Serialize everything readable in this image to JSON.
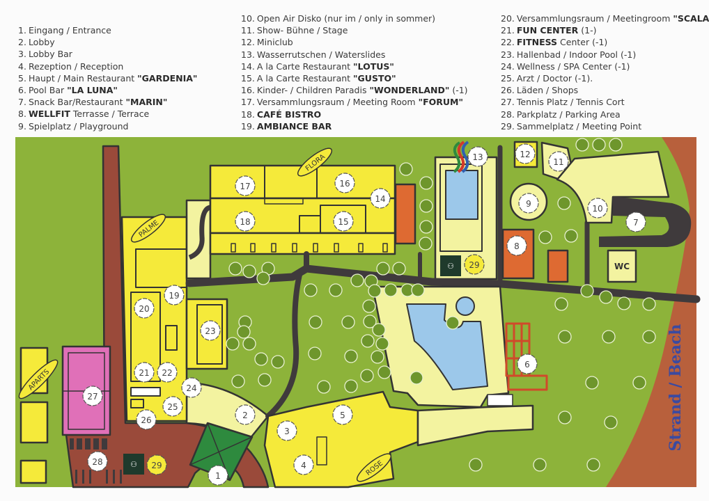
{
  "legend": {
    "col1": [
      {
        "num": "1.",
        "text": "Eingang / Entrance",
        "bold": "",
        "after": ""
      },
      {
        "num": "2.",
        "text": "Lobby",
        "bold": "",
        "after": ""
      },
      {
        "num": "3.",
        "text": "Lobby Bar",
        "bold": "",
        "after": ""
      },
      {
        "num": "4.",
        "text": "Rezeption / Reception",
        "bold": "",
        "after": ""
      },
      {
        "num": "5.",
        "text": "Haupt / Main Restaurant ",
        "bold": "\"GARDENIA\"",
        "after": ""
      },
      {
        "num": "6.",
        "text": "Pool Bar ",
        "bold": "\"LA  LUNA\"",
        "after": ""
      },
      {
        "num": "7.",
        "text": "Snack Bar/Restaurant ",
        "bold": "\"MARIN\"",
        "after": ""
      },
      {
        "num": "8.",
        "text": "",
        "bold": "WELLFIT",
        "after": " Terrasse / Terrace"
      },
      {
        "num": "9.",
        "text": "Spielplatz / Playground",
        "bold": "",
        "after": ""
      }
    ],
    "col2": [
      {
        "num": "10.",
        "text": "Open Air Disko (nur im / only in sommer)",
        "bold": "",
        "after": ""
      },
      {
        "num": "11.",
        "text": "Show- Bühne / Stage",
        "bold": "",
        "after": ""
      },
      {
        "num": "12.",
        "text": "Miniclub",
        "bold": "",
        "after": ""
      },
      {
        "num": "13.",
        "text": "Wasserrutschen / Waterslides",
        "bold": "",
        "after": ""
      },
      {
        "num": "14.",
        "text": "A la Carte Restaurant ",
        "bold": "\"LOTUS\"",
        "after": ""
      },
      {
        "num": "15.",
        "text": "A la Carte Restaurant ",
        "bold": "\"GUSTO\"",
        "after": ""
      },
      {
        "num": "16.",
        "text": "Kinder- / Children Paradis ",
        "bold": "\"WONDERLAND\"",
        "after": " (-1)"
      },
      {
        "num": "17.",
        "text": "Versammlungsraum / Meeting Room ",
        "bold": "\"FORUM\"",
        "after": ""
      },
      {
        "num": "18.",
        "text": "",
        "bold": "CAFÉ BISTRO",
        "after": ""
      },
      {
        "num": "19.",
        "text": "",
        "bold": "AMBIANCE BAR",
        "after": ""
      }
    ],
    "col3": [
      {
        "num": "20.",
        "text": "Versammlungsraum / Meetingroom ",
        "bold": "\"SCALA\"",
        "after": ""
      },
      {
        "num": "21.",
        "text": "",
        "bold": "FUN CENTER",
        "after": " (1-)"
      },
      {
        "num": "22.",
        "text": "",
        "bold": "FITNESS",
        "after": " Center (-1)"
      },
      {
        "num": "23.",
        "text": "Hallenbad   /   Indoor Pool (-1)",
        "bold": "",
        "after": ""
      },
      {
        "num": "24.",
        "text": "Wellness / SPA Center (-1)",
        "bold": "",
        "after": ""
      },
      {
        "num": "25.",
        "text": "Arzt  / Doctor (-1).",
        "bold": "",
        "after": ""
      },
      {
        "num": "26.",
        "text": "Läden / Shops",
        "bold": "",
        "after": ""
      },
      {
        "num": "27.",
        "text": "Tennis Platz / Tennis Cort",
        "bold": "",
        "after": ""
      },
      {
        "num": "28.",
        "text": "Parkplatz / Parking Area",
        "bold": "",
        "after": ""
      },
      {
        "num": "29.",
        "text": "Sammelplatz / Meeting Point",
        "bold": "",
        "after": ""
      }
    ]
  },
  "map": {
    "labels": {
      "palme": "PALME",
      "flora": "FLORA",
      "rose": "ROSE",
      "aparts": "APARTS",
      "wc": "WC",
      "beach": "Strand / Beach"
    },
    "markers": [
      "1",
      "2",
      "3",
      "4",
      "5",
      "6",
      "7",
      "8",
      "9",
      "10",
      "11",
      "12",
      "13",
      "14",
      "15",
      "16",
      "17",
      "18",
      "19",
      "20",
      "21",
      "22",
      "23",
      "24",
      "25",
      "26",
      "27",
      "28",
      "29",
      "29"
    ],
    "colors": {
      "grass": "#8db33a",
      "building": "#f5ea3a",
      "pale": "#f3f3a0",
      "road": "#3f3a3c",
      "brown": "#9a4a3a",
      "beach": "#b8603c",
      "pool": "#9cc8ea",
      "tennis": "#e070b8",
      "orange": "#de6a32",
      "entrance": "#2e8a3e",
      "meeting": "#1f3a2c"
    }
  }
}
